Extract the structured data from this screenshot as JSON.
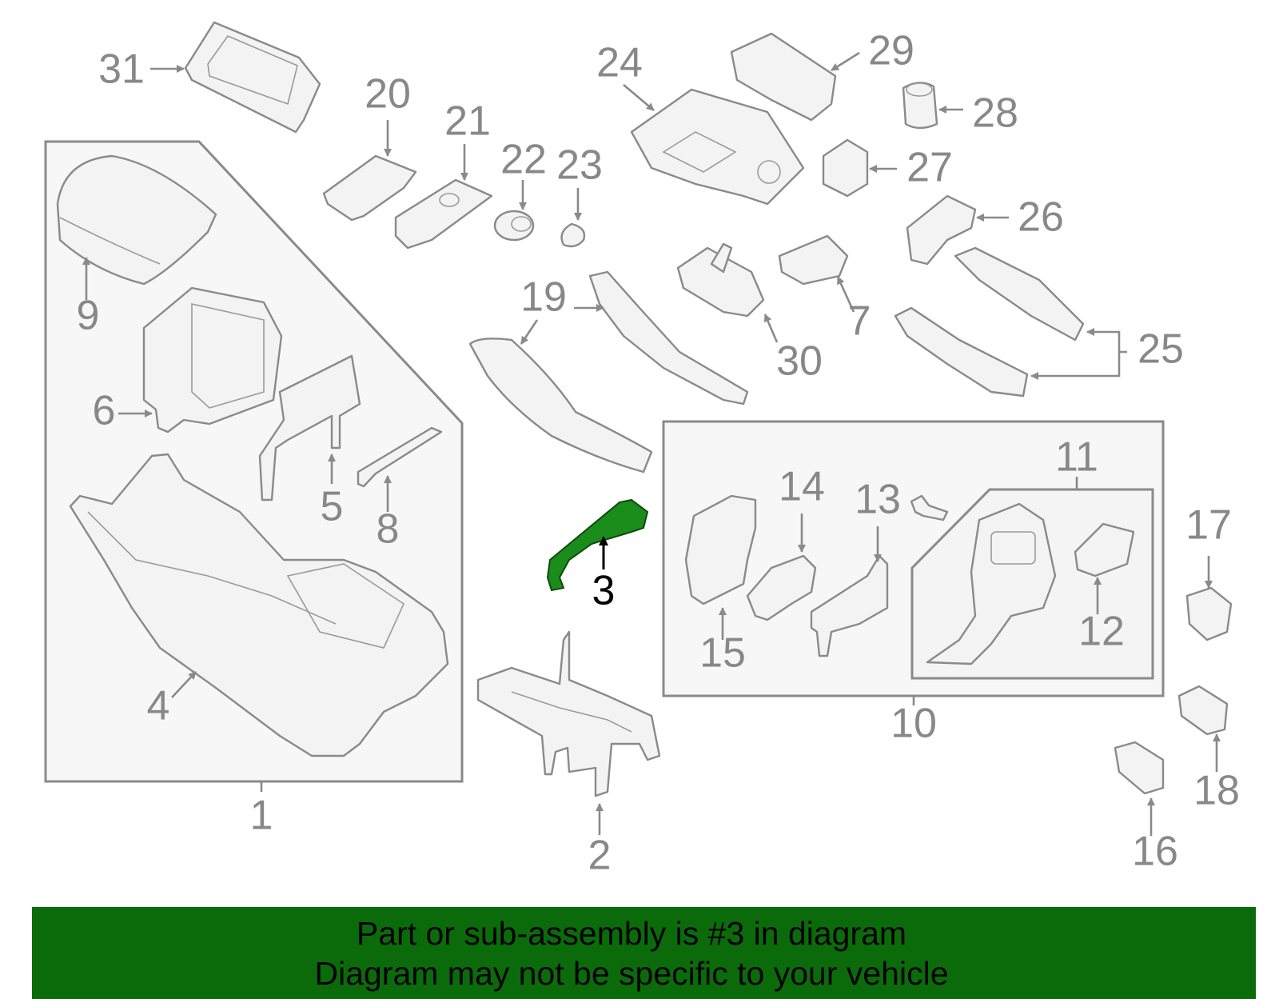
{
  "diagram": {
    "highlight_color": "#1a8c1a",
    "banner_color": "#0b6b0b",
    "callouts": [
      "1",
      "2",
      "3",
      "4",
      "5",
      "6",
      "7",
      "8",
      "9",
      "10",
      "11",
      "12",
      "13",
      "14",
      "15",
      "16",
      "17",
      "18",
      "19",
      "20",
      "21",
      "22",
      "23",
      "24",
      "25",
      "26",
      "27",
      "28",
      "29",
      "30",
      "31"
    ],
    "highlighted_part": "3"
  },
  "banner": {
    "line1": "Part or sub-assembly is #3 in diagram",
    "line2": "Diagram may not be specific to your vehicle"
  }
}
